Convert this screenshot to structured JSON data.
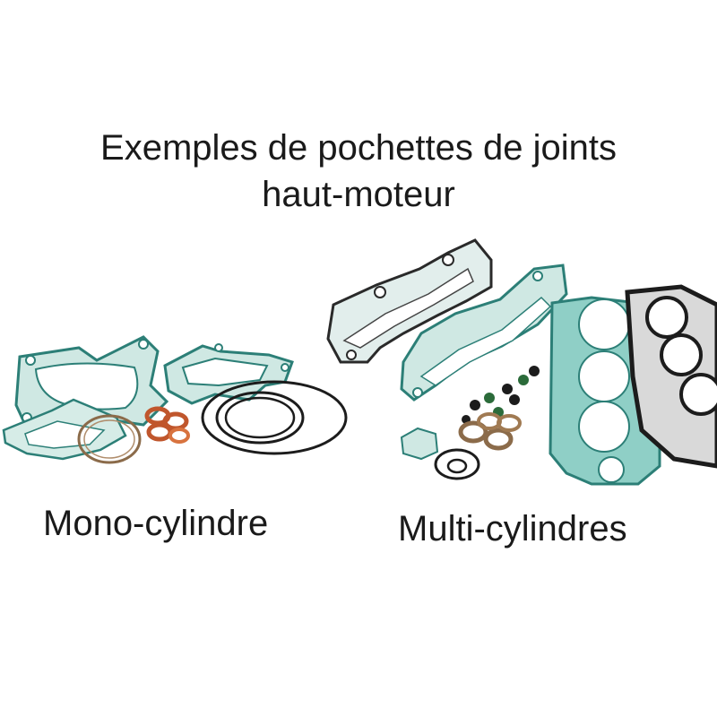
{
  "heading": {
    "line1": "Exemples de pochettes de joints",
    "line2": "haut-moteur"
  },
  "captions": {
    "mono": "Mono-cylindre",
    "multi": "Multi-cylindres"
  },
  "colors": {
    "gasket_teal": "#2f8f86",
    "gasket_fill": "#c9e7e2",
    "gasket_dark": "#1c1c1c",
    "seal_copper": "#c0562c",
    "seal_brown": "#8b6b4a"
  }
}
